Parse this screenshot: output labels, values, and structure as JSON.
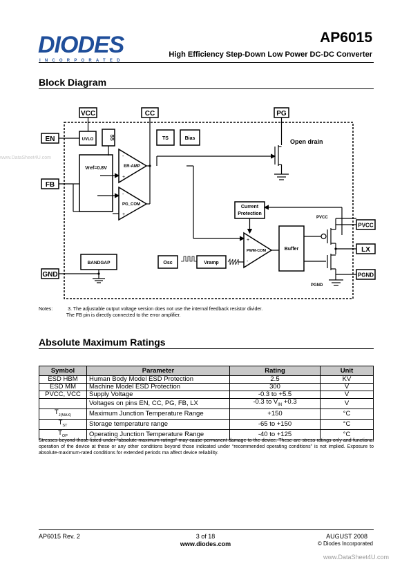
{
  "header": {
    "logo": "DIODES",
    "logo_sub": "INCORPORATED",
    "part_number": "AP6015",
    "subtitle": "High Efficiency Step-Down Low Power DC-DC Converter"
  },
  "block_diagram": {
    "heading": "Block Diagram",
    "pins": {
      "vcc": "VCC",
      "cc": "CC",
      "pg": "PG",
      "en": "EN",
      "fb": "FB",
      "gnd": "GND",
      "pvcc": "PVCC",
      "lx": "LX",
      "pgnd": "PGND"
    },
    "blocks": {
      "uvlo": "UVLO",
      "ss": "SS",
      "ts": "TS",
      "bias": "Bias",
      "vref": "Vref=0.8V",
      "er_amp": "ER-AMP",
      "pg_com": "PG_COM",
      "bandgap": "BANDGAP",
      "current_protection_1": "Current",
      "current_protection_2": "Protection",
      "osc": "Osc",
      "vramp": "Vramp",
      "pwm_com": "PWM-COM",
      "buffer": "Buffer"
    },
    "labels": {
      "open_drain": "Open drain",
      "pvcc_inner": "PVCC",
      "pgnd_inner": "PGND",
      "minus": "-",
      "plus": "+"
    }
  },
  "notes": {
    "label": "Notes:",
    "line1": "3. The adjustable output voltage version does not use the internal feedback resistor divider.",
    "line2": "The FB pin is directly connected to the error amplifier."
  },
  "ratings": {
    "heading": "Absolute Maximum Ratings",
    "columns": [
      "Symbol",
      "Parameter",
      "Rating",
      "Unit"
    ],
    "rows": [
      {
        "symbol": "ESD HBM",
        "sub": "",
        "parameter": "Human Body Model ESD Protection",
        "rating": "2.5",
        "unit": "KV"
      },
      {
        "symbol": "ESD MM",
        "sub": "",
        "parameter": "Machine Model ESD Protection",
        "rating": "300",
        "unit": "V"
      },
      {
        "symbol": "PVCC, VCC",
        "sub": "",
        "parameter": "Supply Voltage",
        "rating": "-0.3 to +5.5",
        "unit": "V"
      },
      {
        "symbol": "",
        "sub": "",
        "parameter": "Voltages on pins EN, CC, PG, FB, LX",
        "rating": "-0.3 to V",
        "rating_sub": "IN",
        "rating_tail": " +0.3",
        "unit": "V"
      },
      {
        "symbol": "T",
        "sub": "J(MAX)",
        "parameter": "Maximum Junction Temperature Range",
        "rating": "+150",
        "unit": "°C"
      },
      {
        "symbol": "T",
        "sub": "ST",
        "parameter": "Storage temperature range",
        "rating": "-65 to +150",
        "unit": "°C"
      },
      {
        "symbol": "T",
        "sub": "OP",
        "parameter": "Operating Junction Temperature Range",
        "rating": "-40 to +125",
        "unit": "°C"
      }
    ],
    "stress_note": "Stresses beyond those listed under “absolute maximum ratings” may cause permanent damage to the device.   These are stress ratings only and functional operation of the device at these or any other conditions beyond those indicated under “recommended operating conditions” is not implied.   Exposure to absolute-maximum-rated conditions for extended periods ma affect device reliability."
  },
  "footer": {
    "left": "AP6015 Rev.   2",
    "center_page": "3 of 18",
    "center_url": "www.diodes.com",
    "right_date": "AUGUST 2008",
    "right_copy": "© Diodes Incorporated"
  },
  "watermarks": {
    "left": "www.DataSheet4U.com",
    "bottom": "www.DataSheet4U.com"
  }
}
